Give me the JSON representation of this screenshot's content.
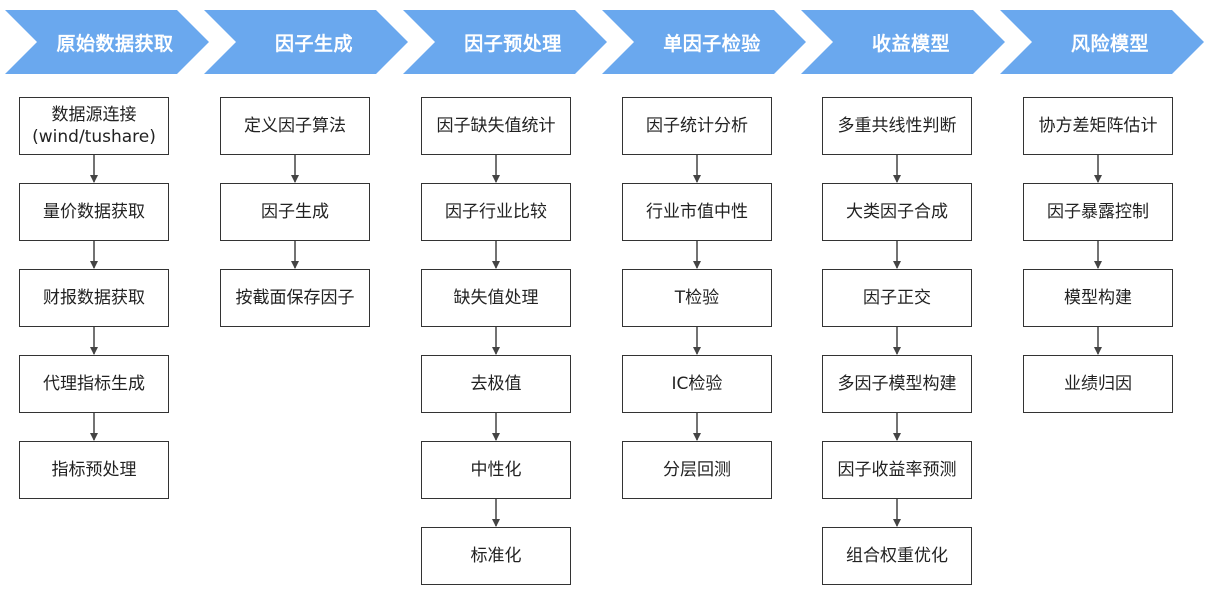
{
  "colors": {
    "header_fill": "#6AA8EE",
    "header_text": "#FFFFFF",
    "box_border": "#333333",
    "arrow": "#444444"
  },
  "stages": [
    {
      "title": "原始数据获取",
      "steps": [
        "数据源连接\n(wind/tushare)",
        "量价数据获取",
        "财报数据获取",
        "代理指标生成",
        "指标预处理"
      ]
    },
    {
      "title": "因子生成",
      "steps": [
        "定义因子算法",
        "因子生成",
        "按截面保存因子"
      ]
    },
    {
      "title": "因子预处理",
      "steps": [
        "因子缺失值统计",
        "因子行业比较",
        "缺失值处理",
        "去极值",
        "中性化",
        "标准化"
      ]
    },
    {
      "title": "单因子检验",
      "steps": [
        "因子统计分析",
        "行业市值中性",
        "T检验",
        "IC检验",
        "分层回测"
      ]
    },
    {
      "title": "收益模型",
      "steps": [
        "多重共线性判断",
        "大类因子合成",
        "因子正交",
        "多因子模型构建",
        "因子收益率预测",
        "组合权重优化"
      ]
    },
    {
      "title": "风险模型",
      "steps": [
        "协方差矩阵估计",
        "因子暴露控制",
        "模型构建",
        "业绩归因"
      ]
    }
  ]
}
